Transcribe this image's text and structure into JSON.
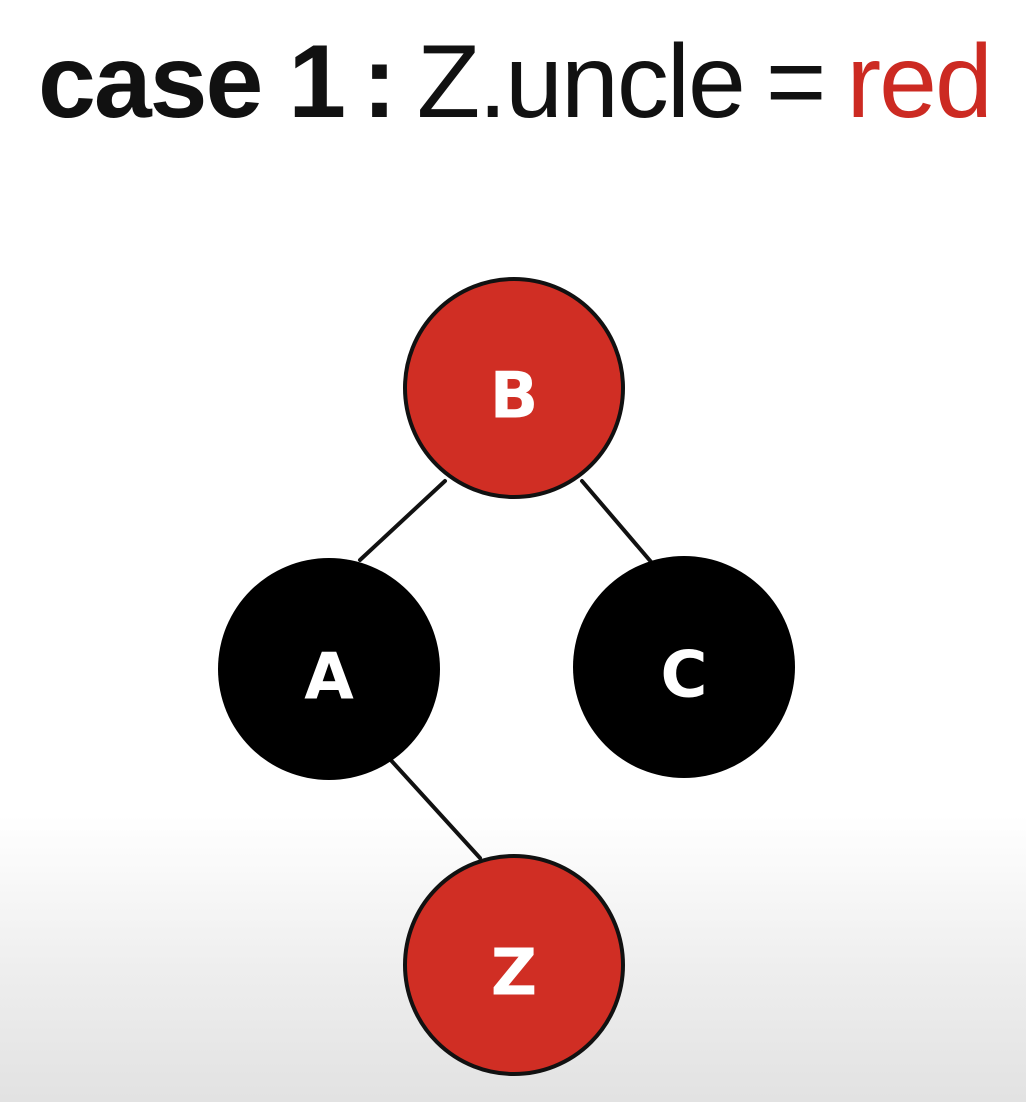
{
  "title": {
    "case_label": "case 1",
    "colon": ":",
    "condition": "Z.uncle",
    "equals": "=",
    "value": "red",
    "value_color": "#cc2a22"
  },
  "colors": {
    "red_node": "#d02e24",
    "black_node": "#000000",
    "edge": "#111111",
    "label": "#ffffff"
  },
  "tree": {
    "nodes": [
      {
        "id": "B",
        "label": "B",
        "color": "red"
      },
      {
        "id": "A",
        "label": "A",
        "color": "black"
      },
      {
        "id": "C",
        "label": "C",
        "color": "black"
      },
      {
        "id": "Z",
        "label": "Z",
        "color": "red"
      }
    ],
    "edges": [
      {
        "from": "B",
        "to": "A"
      },
      {
        "from": "B",
        "to": "C"
      },
      {
        "from": "A",
        "to": "Z"
      }
    ]
  }
}
